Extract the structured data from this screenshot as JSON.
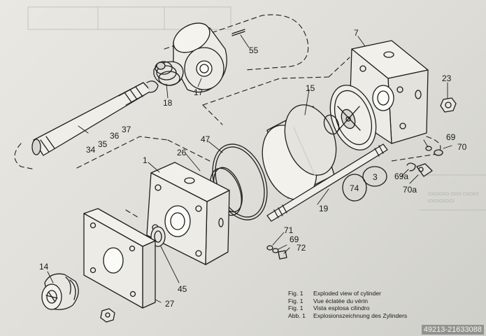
{
  "labels": {
    "p55": "55",
    "p17": "17",
    "p18": "18",
    "p7": "7",
    "p15": "15",
    "p23": "23",
    "p34": "34",
    "p35": "35",
    "p36": "36",
    "p37": "37",
    "p47": "47",
    "p26": "26",
    "p1": "1",
    "p69a_top": "69",
    "p70": "70",
    "p69a": "69a",
    "p74": "74",
    "p3": "3",
    "p70a": "70a",
    "p19": "19",
    "p71": "71",
    "p69b": "69",
    "p72": "72",
    "p14": "14",
    "p45": "45",
    "p27": "27"
  },
  "caption": [
    {
      "prefix": "Fig. 1",
      "text": "Exploded view of cylinder"
    },
    {
      "prefix": "Fig. 1",
      "text": "Vue éclatée du vérin"
    },
    {
      "prefix": "Fig. 1",
      "text": "Vista esplosa cilindro"
    },
    {
      "prefix": "Abb. 1",
      "text": "Explosionszeichnung des Zylinders"
    }
  ],
  "watermark": "49213-21633088"
}
